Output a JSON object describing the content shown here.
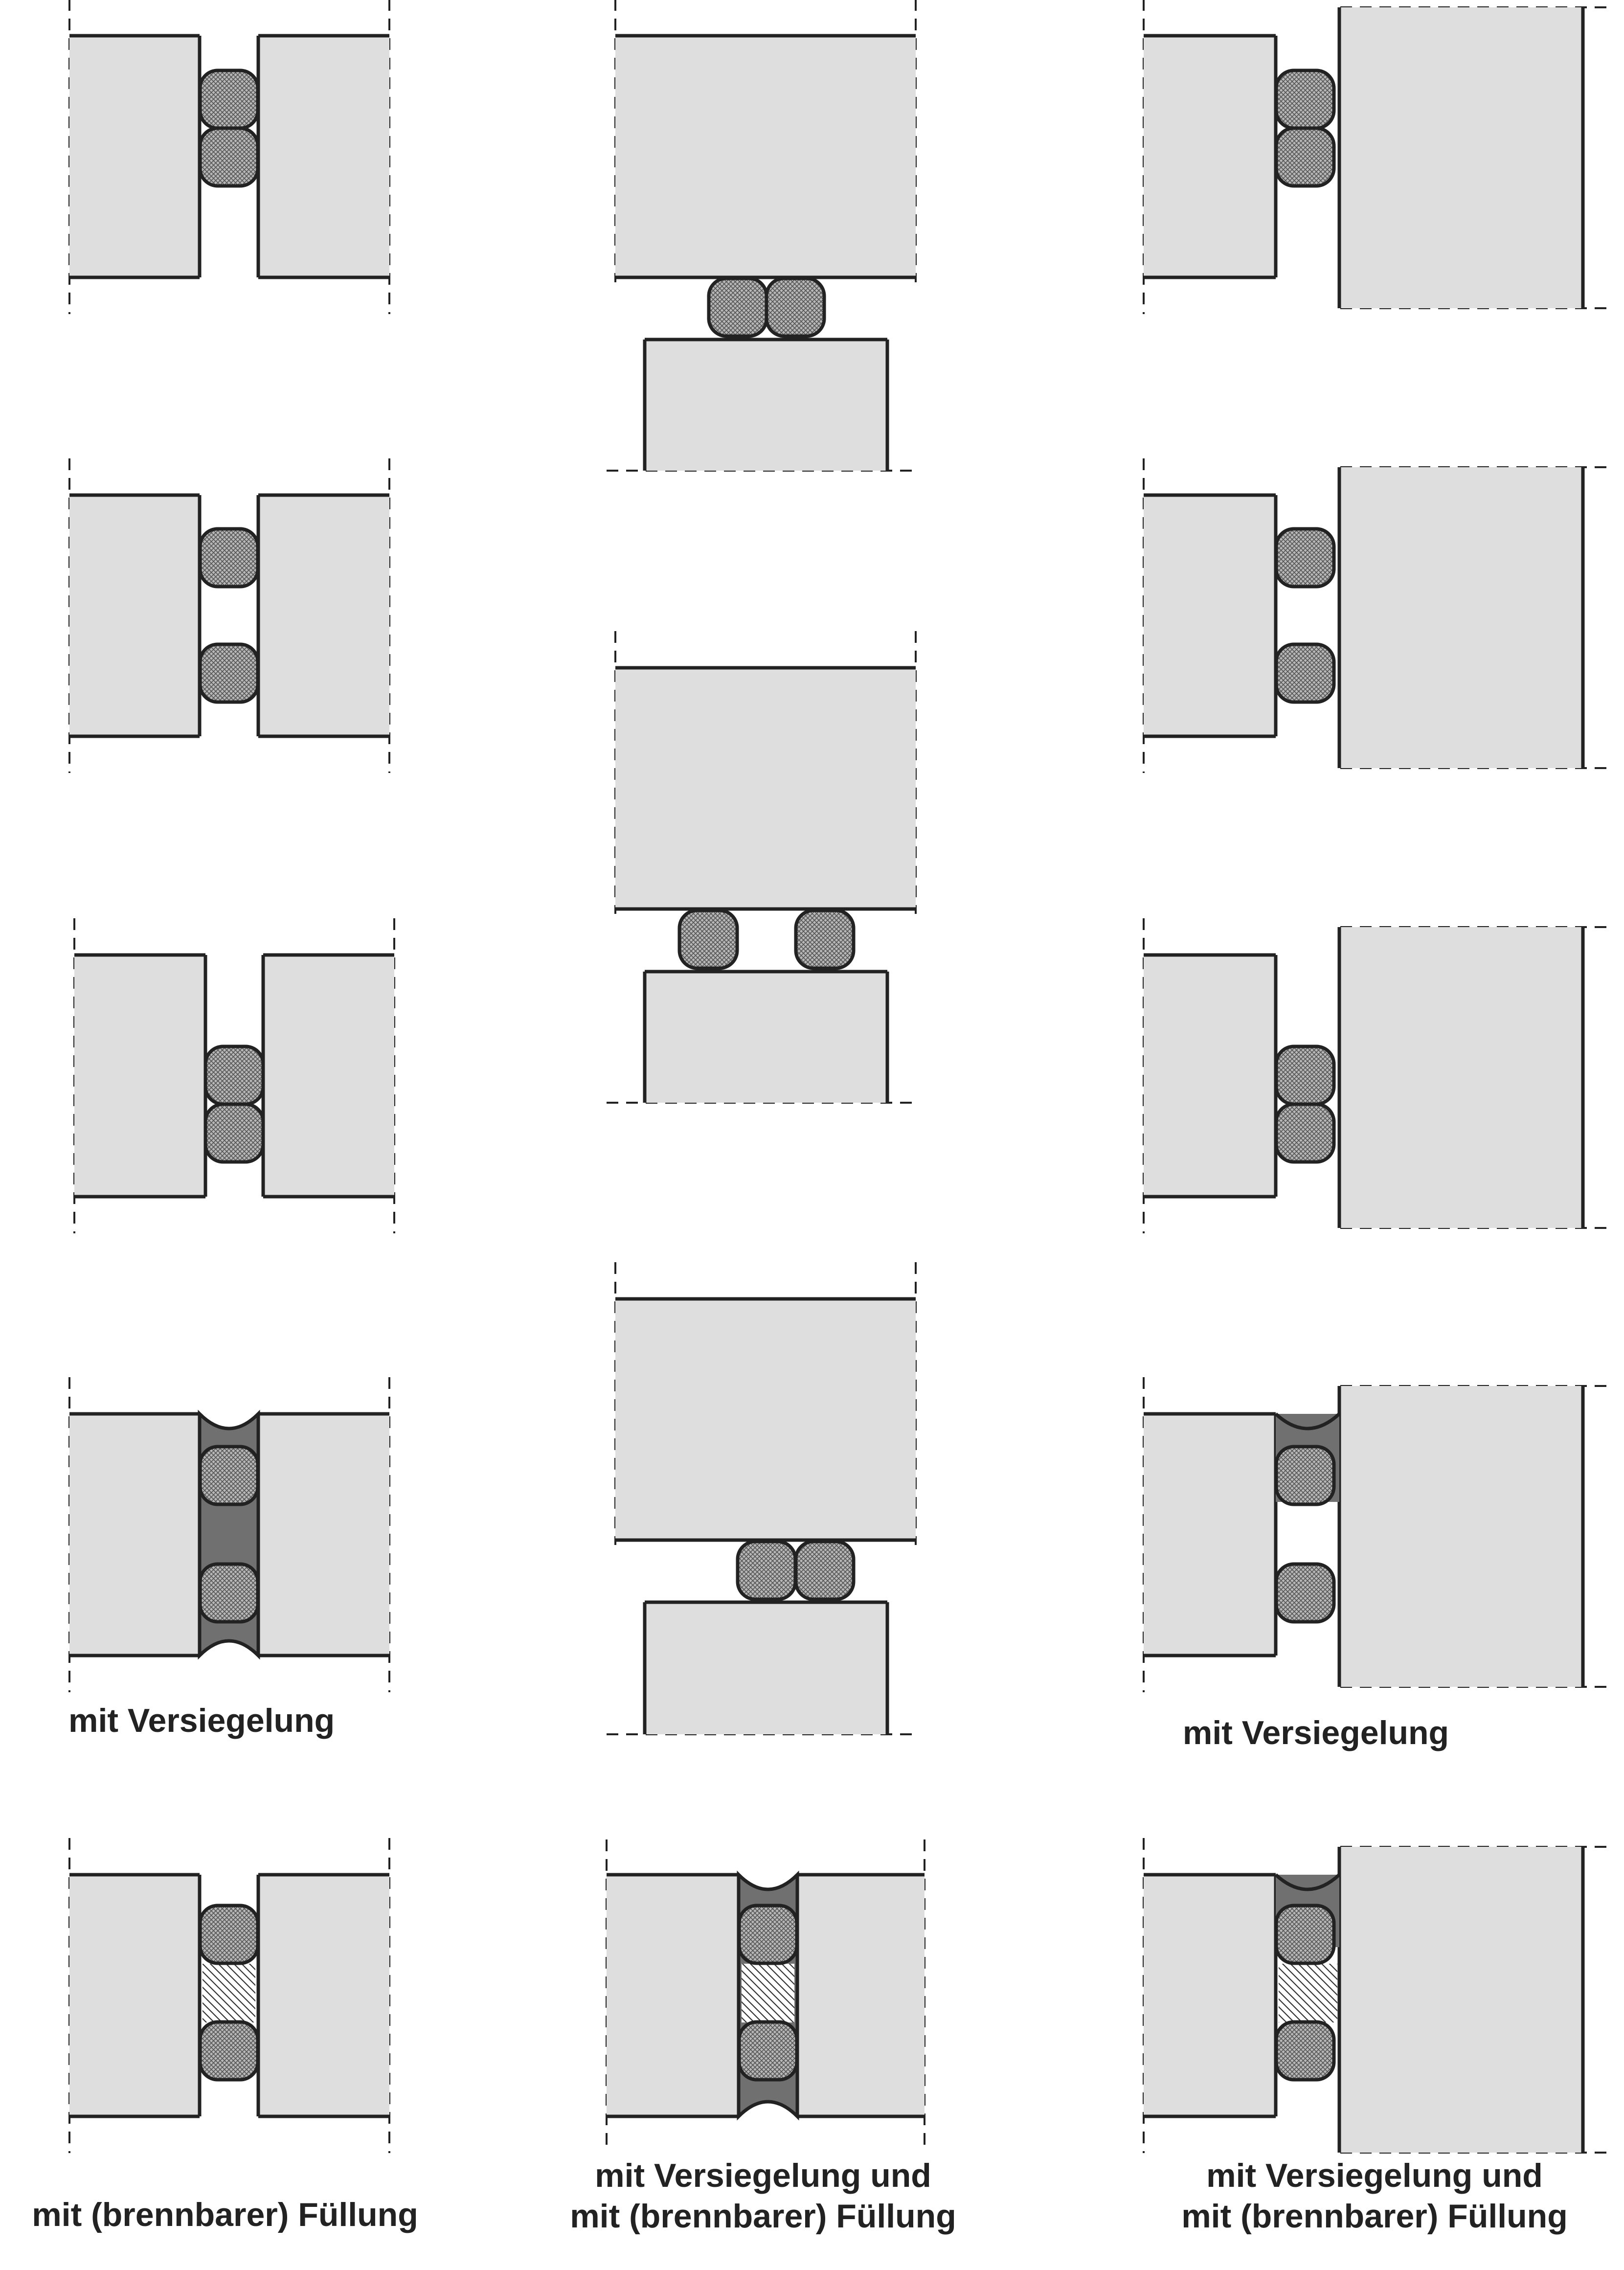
{
  "colors": {
    "block_fill": "#dedede",
    "rope_fill": "#b8b8b8",
    "sealant_fill": "#707070",
    "filling_fill": "#ffffff",
    "stroke": "#222222",
    "background": "#ffffff"
  },
  "captions": {
    "c1_r4": "mit Versiegelung",
    "c3_r4": "mit Versiegelung",
    "c1_r5": "mit (brennbarer) Füllung",
    "c2_r5_line1": "mit Versiegelung und",
    "c2_r5_line2": "mit (brennbarer) Füllung",
    "c3_r5_line1": "mit Versiegelung und",
    "c3_r5_line2": "mit (brennbarer) Füllung"
  }
}
